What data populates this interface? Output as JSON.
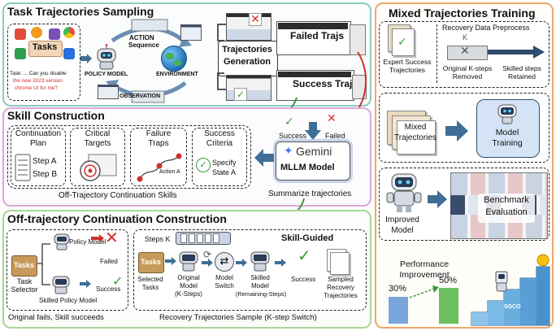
{
  "panels": {
    "sampling": {
      "title": "Task Trajectories Sampling"
    },
    "skill": {
      "title": "Skill Construction"
    },
    "offtraj": {
      "title": "Off-trajectory Continuation Construction"
    },
    "mixed": {
      "title": "Mixed Trajectories Training"
    }
  },
  "sampling": {
    "tasks_label": "Tasks",
    "task_text_1": "Task: ... Can you disable",
    "task_text_2": "the new 2023 version",
    "task_text_3": "chrome UI for me?",
    "action": "ACTION",
    "sequence": "Sequence",
    "policy_model": "POLICY MODEL",
    "environment": "ENVIRONMENT",
    "observation": "OBSERVATION",
    "traj_gen_1": "Trajectories",
    "traj_gen_2": "Generation",
    "failed_trajs": "Failed Trajs",
    "success_trajs": "Success Trajs"
  },
  "skill": {
    "success": "Success",
    "failed": "Failed",
    "gemini": "Gemini",
    "mllm": "MLLM Model",
    "summarize": "Summarize trajectories",
    "cont_plan_1": "Continuation",
    "cont_plan_2": "Plan",
    "step_a": "Step A",
    "step_b": "Step B",
    "critical_1": "Critical",
    "critical_2": "Targets",
    "failure_1": "Failure",
    "failure_2": "Traps",
    "action_a": "Action A",
    "criteria_1": "Success",
    "criteria_2": "Criteria",
    "specify_1": "Specify",
    "specify_2": "State A",
    "caption": "Off-Trajectory Continuation Skills"
  },
  "offtraj": {
    "tasks": "Tasks",
    "task_selector_1": "Task",
    "task_selector_2": "Selector",
    "policy_model": "Policy Model",
    "failed": "Failed",
    "success": "Success",
    "skilled_policy": "Skilled Policy Model",
    "caption_left": "Original fails, Skill succeeds",
    "steps_k": "Steps K",
    "skill_guided": "Skill-Guided",
    "selected_1": "Selected",
    "selected_2": "Tasks",
    "original_1": "Original",
    "original_2": "Model",
    "original_3": "(K-Steps)",
    "switch_1": "Model",
    "switch_2": "Switch",
    "skilled_1": "Skilled",
    "skilled_2": "Model",
    "skilled_3": "(Remaining-Steps)",
    "success2": "Success",
    "sampled_1": "Sampled",
    "sampled_2": "Recovery",
    "sampled_3": "Trajectories",
    "caption_right": "Recovery Trajectories Sample (K-step Switch)"
  },
  "mixed": {
    "recovery_pre": "Recovery Data Preprocess",
    "expert_1": "Expert Success",
    "expert_2": "Trajectories",
    "k_label": "K",
    "orig_k_1": "Original K-steps",
    "orig_k_2": "Removed",
    "skilled_ret_1": "Skilled steps",
    "skilled_ret_2": "Retained",
    "mixed_1": "Mixed",
    "mixed_2": "Trajectories",
    "train_1": "Model",
    "train_2": "Training",
    "improved_1": "Improved",
    "improved_2": "Model",
    "bench_1": "Benchmark",
    "bench_2": "Evaluation",
    "perf_1": "Performance",
    "perf_2": "Improvement",
    "v30": "30%",
    "v50": "50%",
    "sgco": "SGCO"
  },
  "colors": {
    "sampling_border": "#8fc9c0",
    "skill_border": "#d9a8d9",
    "offtraj_border": "#a8d59a",
    "mixed_border": "#f0a66a",
    "arrow_blue": "#3f6f96",
    "red": "#d0302a",
    "green": "#3a9a3a"
  }
}
